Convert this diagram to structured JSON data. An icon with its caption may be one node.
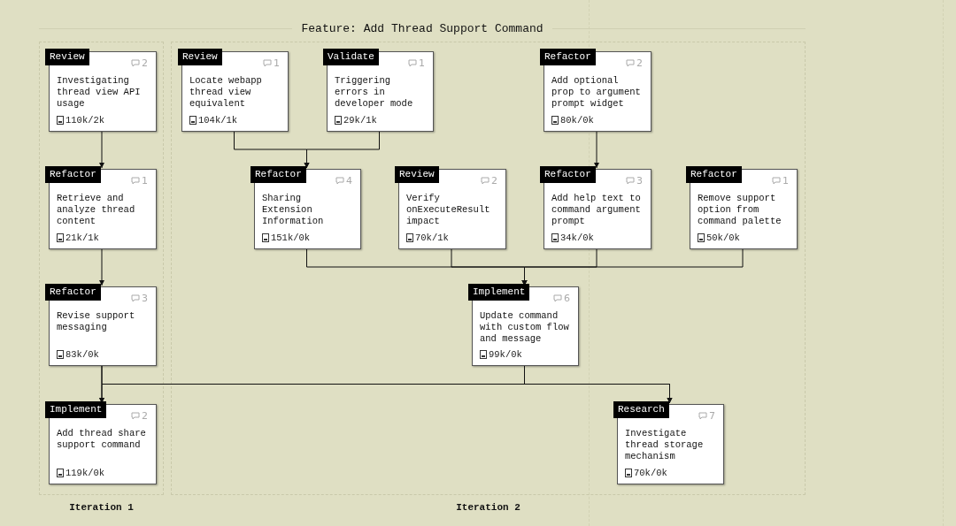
{
  "diagram": {
    "title": "Feature: Add Thread Support Command",
    "nodes": [
      {
        "text": [
          "Iteration 1"
        ]
      },
      {
        "text": [
          "Review",
          "2",
          "Investigating thread view API usage",
          "110k/2k"
        ],
        "in": 0
      },
      {
        "text": [
          "Refactor",
          "1",
          "Retrieve and analyze thread content",
          "21k/1k"
        ],
        "in": 0
      },
      {
        "text": [
          "Refactor",
          "3",
          "Revise support messaging",
          "83k/0k"
        ],
        "in": 0
      },
      {
        "text": [
          "Implement",
          "2",
          "Add thread share support command",
          "119k/0k"
        ],
        "in": 0
      },
      {
        "text": [
          "Iteration 2"
        ]
      },
      {
        "text": [
          "Review",
          "1",
          "Locate webapp thread view equivalent",
          "104k/1k"
        ],
        "in": 5
      },
      {
        "text": [
          "Validate",
          "1",
          "Triggering errors in developer mode",
          "29k/1k"
        ],
        "in": 5
      },
      {
        "text": [
          "Refactor",
          "2",
          "Add optional prop to argument prompt widget",
          "80k/0k"
        ],
        "in": 5
      },
      {
        "text": [
          "Refactor",
          "4",
          "Sharing Extension Information",
          "151k/0k"
        ],
        "in": 5
      },
      {
        "text": [
          "Review",
          "2",
          "Verify onExecuteResult impact",
          "70k/1k"
        ],
        "in": 5
      },
      {
        "text": [
          "Refactor",
          "3",
          "Add help text to command argument prompt",
          "34k/0k"
        ],
        "in": 5
      },
      {
        "text": [
          "Refactor",
          "1",
          "Remove support option from command palette",
          "50k/0k"
        ],
        "in": 5
      },
      {
        "text": [
          "Implement",
          "6",
          "Update command with custom flow and message",
          "99k/0k"
        ],
        "in": 5
      },
      {
        "text": [
          "Research",
          "7",
          "Investigate thread storage mechanism",
          "70k/0k"
        ],
        "in": 5
      }
    ],
    "edges": [
      {
        "from": 1,
        "to": 2,
        "arrow": "to"
      },
      {
        "from": 2,
        "to": 3,
        "arrow": "to"
      },
      {
        "from": 3,
        "to": 4,
        "arrow": "to"
      },
      {
        "from": 3,
        "to": 14,
        "arrow": "to"
      },
      {
        "from": 13,
        "to": 4,
        "arrow": "to"
      },
      {
        "from": 13,
        "to": 14,
        "arrow": "to"
      },
      {
        "from": 6,
        "to": 9,
        "arrow": "to"
      },
      {
        "from": 7,
        "to": 9,
        "arrow": "to"
      },
      {
        "from": 8,
        "to": 11,
        "arrow": "to"
      },
      {
        "from": 9,
        "to": 13,
        "arrow": "to"
      },
      {
        "from": 10,
        "to": 13,
        "arrow": "to"
      },
      {
        "from": 11,
        "to": 13,
        "arrow": "to"
      },
      {
        "from": 12,
        "to": 13,
        "arrow": "to"
      }
    ]
  }
}
